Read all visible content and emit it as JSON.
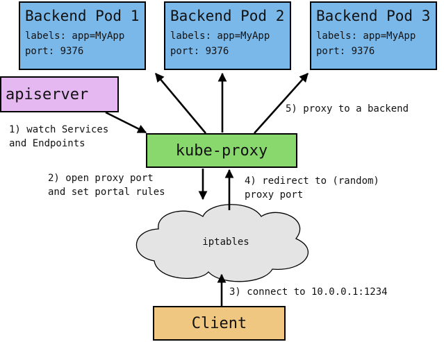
{
  "pods": [
    {
      "title": "Backend Pod 1",
      "labels": "labels: app=MyApp",
      "port": "port: 9376"
    },
    {
      "title": "Backend Pod 2",
      "labels": "labels: app=MyApp",
      "port": "port: 9376"
    },
    {
      "title": "Backend Pod 3",
      "labels": "labels: app=MyApp",
      "port": "port: 9376"
    }
  ],
  "apiserver": "apiserver",
  "kube_proxy": "kube-proxy",
  "iptables": "iptables",
  "client": "Client",
  "steps": {
    "step1_line1": "1) watch Services",
    "step1_line2": "and Endpoints",
    "step2_line1": "2) open proxy port",
    "step2_line2": "and set portal rules",
    "step3": "3) connect to 10.0.0.1:1234",
    "step4_line1": "4) redirect to (random)",
    "step4_line2": "proxy port",
    "step5": "5) proxy to a backend"
  },
  "colors": {
    "pod_fill": "#7ab8ea",
    "apiserver_fill": "#e6b8f2",
    "kube_proxy_fill": "#88d86d",
    "client_fill": "#f0c781",
    "cloud_fill": "#e4e4e4"
  }
}
